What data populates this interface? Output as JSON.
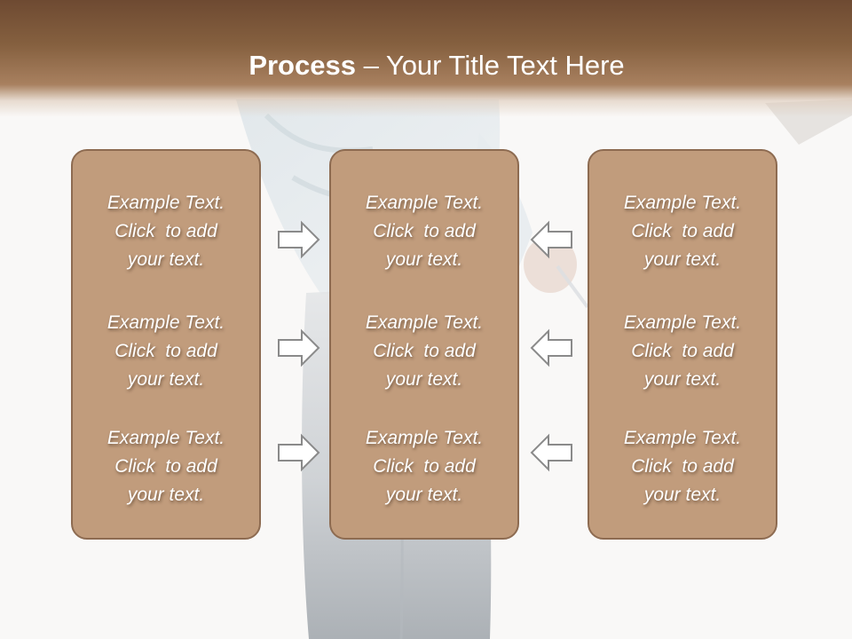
{
  "slide": {
    "title": {
      "bold": "Process",
      "rest": " – Your Title Text Here"
    },
    "columns": [
      {
        "blocks": [
          "Example Text.\nClick  to add\nyour text.",
          "Example Text.\nClick  to add\nyour text.",
          "Example Text.\nClick  to add\nyour text."
        ]
      },
      {
        "blocks": [
          "Example Text.\nClick  to add\nyour text.",
          "Example Text.\nClick  to add\nyour text.",
          "Example Text.\nClick  to add\nyour text."
        ]
      },
      {
        "blocks": [
          "Example Text.\nClick  to add\nyour text.",
          "Example Text.\nClick  to add\nyour text.",
          "Example Text.\nClick  to add\nyour text."
        ]
      }
    ]
  },
  "icons": {
    "left_to_center": "right-arrow-icon",
    "right_to_center": "left-arrow-icon"
  },
  "colors": {
    "header_top": "#6e4a32",
    "header_bottom": "#a8805f",
    "box_fill": "#c19c7c",
    "box_border": "#8d6b51",
    "text": "#ffffff",
    "arrow_stroke": "#8a8a8a",
    "arrow_fill": "#ffffff"
  }
}
